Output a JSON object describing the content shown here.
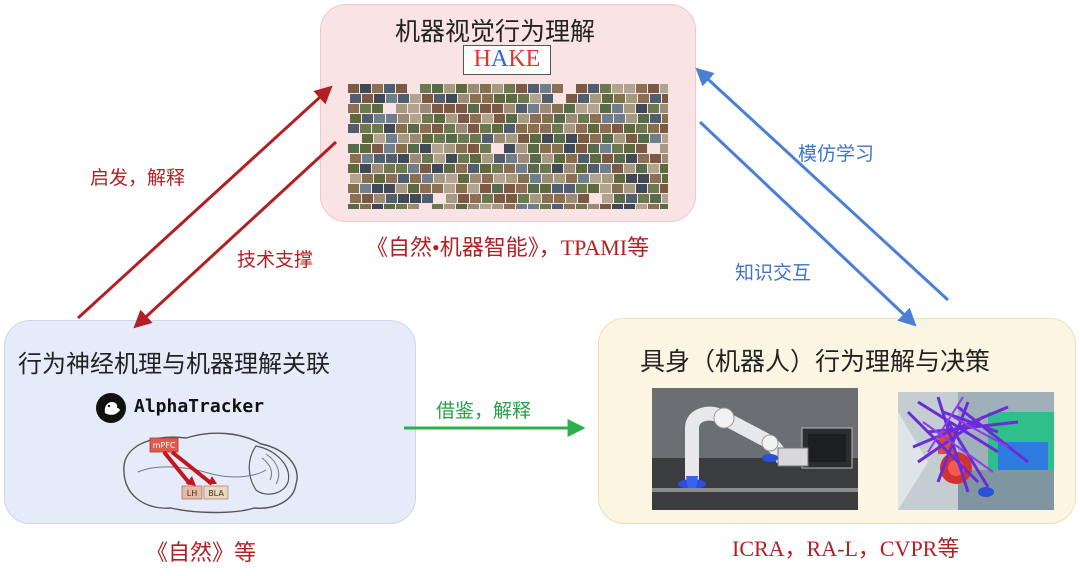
{
  "nodes": {
    "top": {
      "title": "机器视觉行为理解",
      "logo": {
        "l1": "H",
        "l2": "A",
        "l3": "KE"
      },
      "caption": "《自然•机器智能》，TPAMI等"
    },
    "left": {
      "title": "行为神经机理与机器理解关联",
      "logo_text": "AlphaTracker",
      "brain_labels": {
        "mpfc": "mPFC",
        "lh": "LH",
        "bla": "BLA"
      },
      "caption": "《自然》等"
    },
    "right": {
      "title": "具身（机器人）行为理解与决策",
      "caption": "ICRA，RA-L，CVPR等"
    }
  },
  "edges": {
    "inspire": "启发，解释",
    "tech_support": "技术支撑",
    "imitation": "模仿学习",
    "knowledge": "知识交互",
    "reference": "借鉴，解释"
  },
  "colors": {
    "red_arrow": "#b22024",
    "blue_arrow": "#4a7fd6",
    "green_arrow": "#2bb04a",
    "red_text": "#b22024",
    "blue_text": "#3f74c8",
    "green_text": "#2a9e44"
  }
}
